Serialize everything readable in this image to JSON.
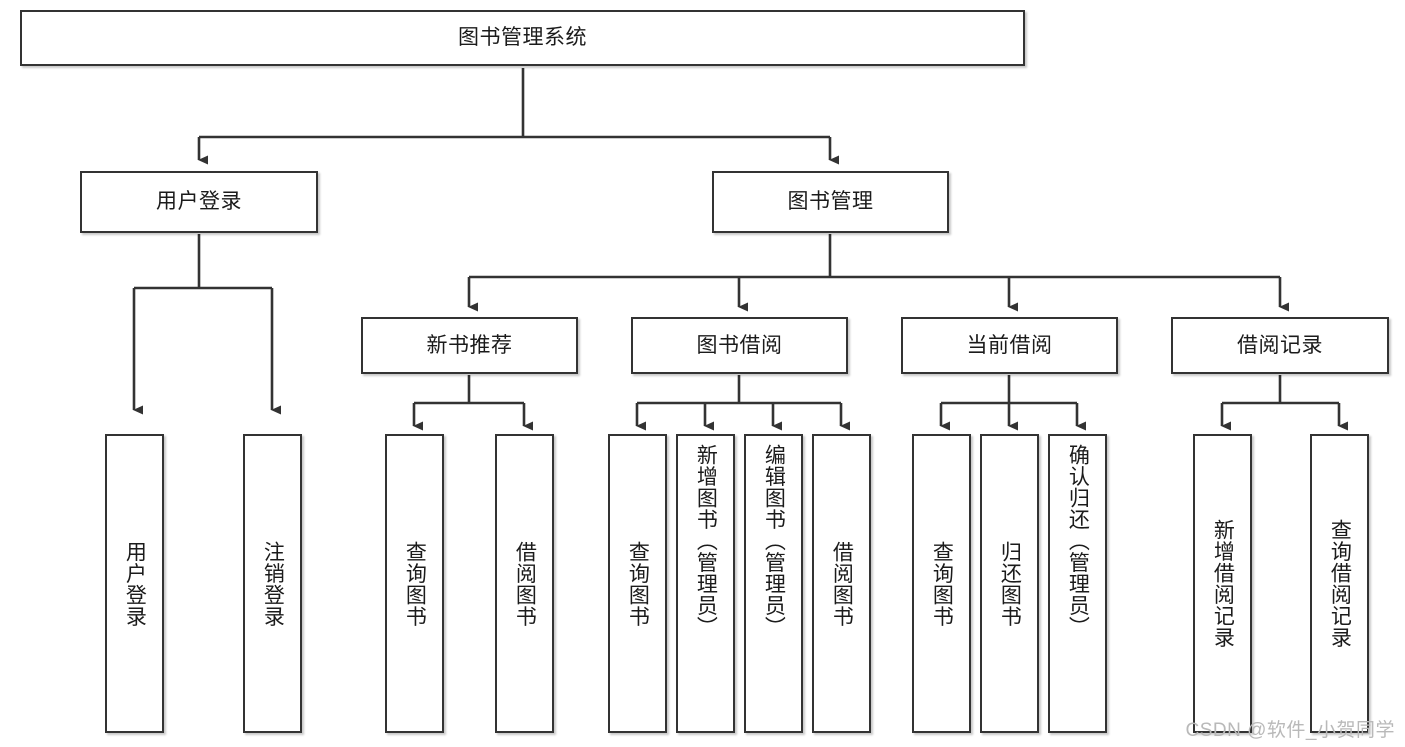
{
  "diagram": {
    "type": "tree-hierarchy",
    "title": "图书管理系统",
    "watermark": "CSDN @软件_小贺同学",
    "colors": {
      "box_border": "#333333",
      "box_fill": "#ffffff",
      "connector": "#333333",
      "text": "#1b1b1b",
      "watermark": "#b9b9b9"
    },
    "root": {
      "label": "图书管理系统"
    },
    "level2": [
      {
        "id": "user-login",
        "label": "用户登录"
      },
      {
        "id": "book-management",
        "label": "图书管理"
      }
    ],
    "level3": [
      {
        "id": "new-book-recommend",
        "label": "新书推荐"
      },
      {
        "id": "book-borrow",
        "label": "图书借阅"
      },
      {
        "id": "current-borrow",
        "label": "当前借阅"
      },
      {
        "id": "borrow-record",
        "label": "借阅记录"
      }
    ],
    "leaves": {
      "user_login": [
        {
          "id": "leaf-user-login",
          "label": "用户登录"
        },
        {
          "id": "leaf-logout-login",
          "label": "注销登录"
        }
      ],
      "new_book_recommend": [
        {
          "id": "leaf-query-book-1",
          "label": "查询图书"
        },
        {
          "id": "leaf-borrow-book-1",
          "label": "借阅图书"
        }
      ],
      "book_borrow": [
        {
          "id": "leaf-query-book-2",
          "label": "查询图书"
        },
        {
          "id": "leaf-add-book",
          "label": "新增图书（管理员）"
        },
        {
          "id": "leaf-edit-book",
          "label": "编辑图书（管理员）"
        },
        {
          "id": "leaf-borrow-book-2",
          "label": "借阅图书"
        }
      ],
      "current_borrow": [
        {
          "id": "leaf-query-book-3",
          "label": "查询图书"
        },
        {
          "id": "leaf-return-book",
          "label": "归还图书"
        },
        {
          "id": "leaf-confirm-return",
          "label": "确认归还（管理员）"
        }
      ],
      "borrow_record": [
        {
          "id": "leaf-add-record",
          "label": "新增借阅记录"
        },
        {
          "id": "leaf-query-record",
          "label": "查询借阅记录"
        }
      ]
    }
  }
}
